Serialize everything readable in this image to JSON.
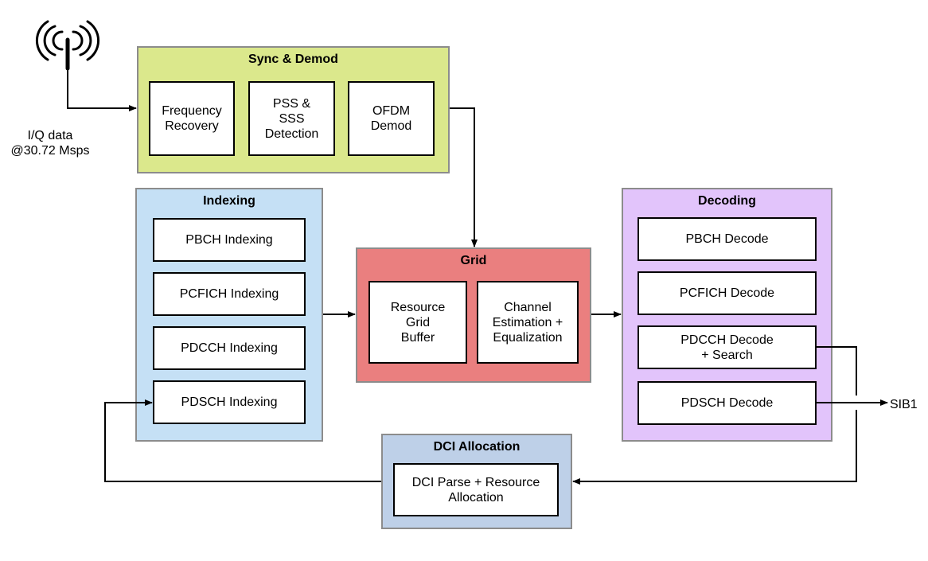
{
  "colors": {
    "sync": "#dbe88c",
    "indexing": "#c5e0f5",
    "grid": "#ea7f7f",
    "decoding": "#e2c4fb",
    "dci": "#bed0e8",
    "border": "#8c8c8c"
  },
  "input": {
    "icon": "antenna-icon",
    "label": "I/Q data\n@30.72 Msps"
  },
  "output": {
    "label": "SIB1"
  },
  "sync_demod": {
    "title": "Sync & Demod",
    "blocks": [
      "Frequency\nRecovery",
      "PSS &\nSSS\nDetection",
      "OFDM\nDemod"
    ]
  },
  "indexing": {
    "title": "Indexing",
    "blocks": [
      "PBCH Indexing",
      "PCFICH Indexing",
      "PDCCH Indexing",
      "PDSCH Indexing"
    ]
  },
  "grid": {
    "title": "Grid",
    "blocks": [
      "Resource\nGrid\nBuffer",
      "Channel\nEstimation +\nEqualization"
    ]
  },
  "decoding": {
    "title": "Decoding",
    "blocks": [
      "PBCH Decode",
      "PCFICH Decode",
      "PDCCH Decode\n+ Search",
      "PDSCH Decode"
    ]
  },
  "dci_allocation": {
    "title": "DCI Allocation",
    "blocks": [
      "DCI Parse + Resource\nAllocation"
    ]
  }
}
